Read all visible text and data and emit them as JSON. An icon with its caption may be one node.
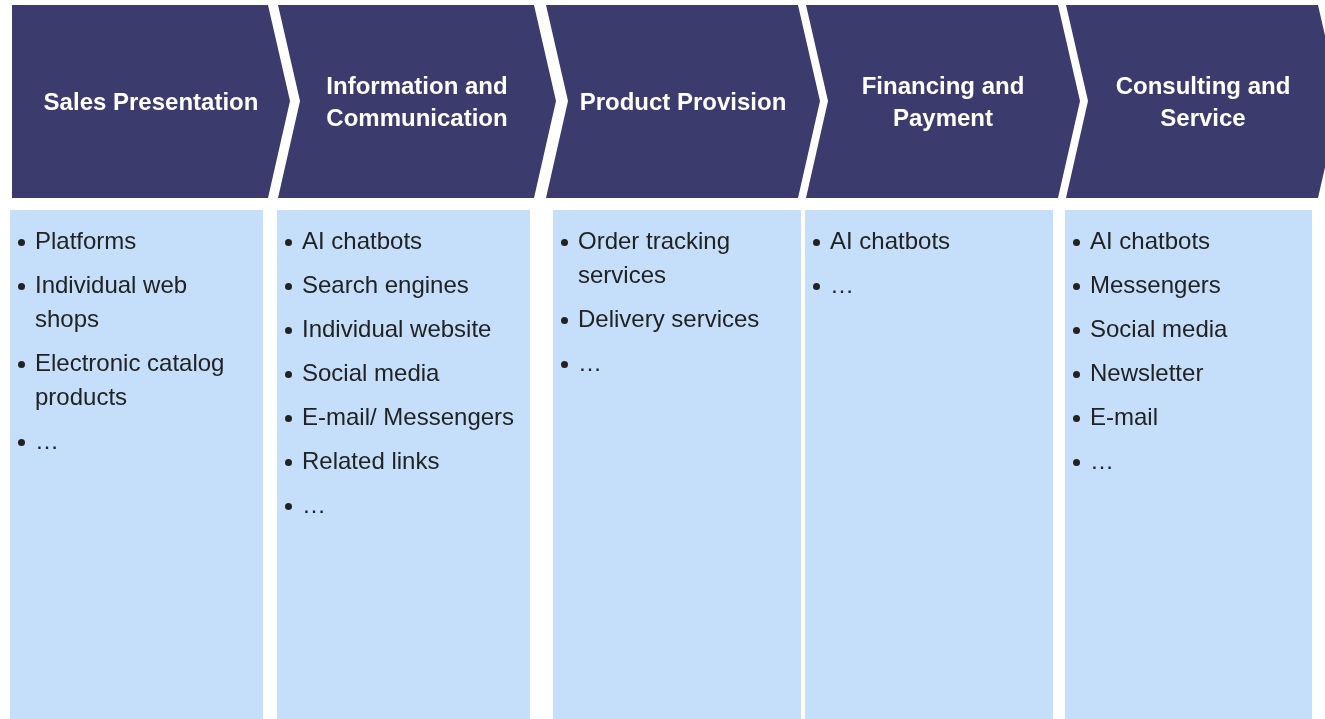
{
  "diagram": {
    "nodes": [
      {
        "text": [
          "Sales Presentation"
        ]
      },
      {
        "text": [
          "Information and Communication"
        ]
      },
      {
        "text": [
          "Product Provision"
        ]
      },
      {
        "text": [
          "Financing and Payment"
        ]
      },
      {
        "text": [
          "Consulting and Service"
        ]
      },
      {
        "text": [
          "Platforms",
          "Individual web shops",
          "Electronic catalog products",
          "…"
        ]
      },
      {
        "text": [
          "AI chatbots",
          "Search engines",
          "Individual website",
          "Social media",
          "E-mail/ Messengers",
          "Related links",
          "…"
        ]
      },
      {
        "text": [
          "Order tracking services",
          "Delivery services",
          "…"
        ]
      },
      {
        "text": [
          "AI chatbots",
          "…"
        ]
      },
      {
        "text": [
          "AI chatbots",
          "Messengers",
          "Social media",
          "Newsletter",
          "E-mail",
          "…"
        ]
      }
    ]
  }
}
